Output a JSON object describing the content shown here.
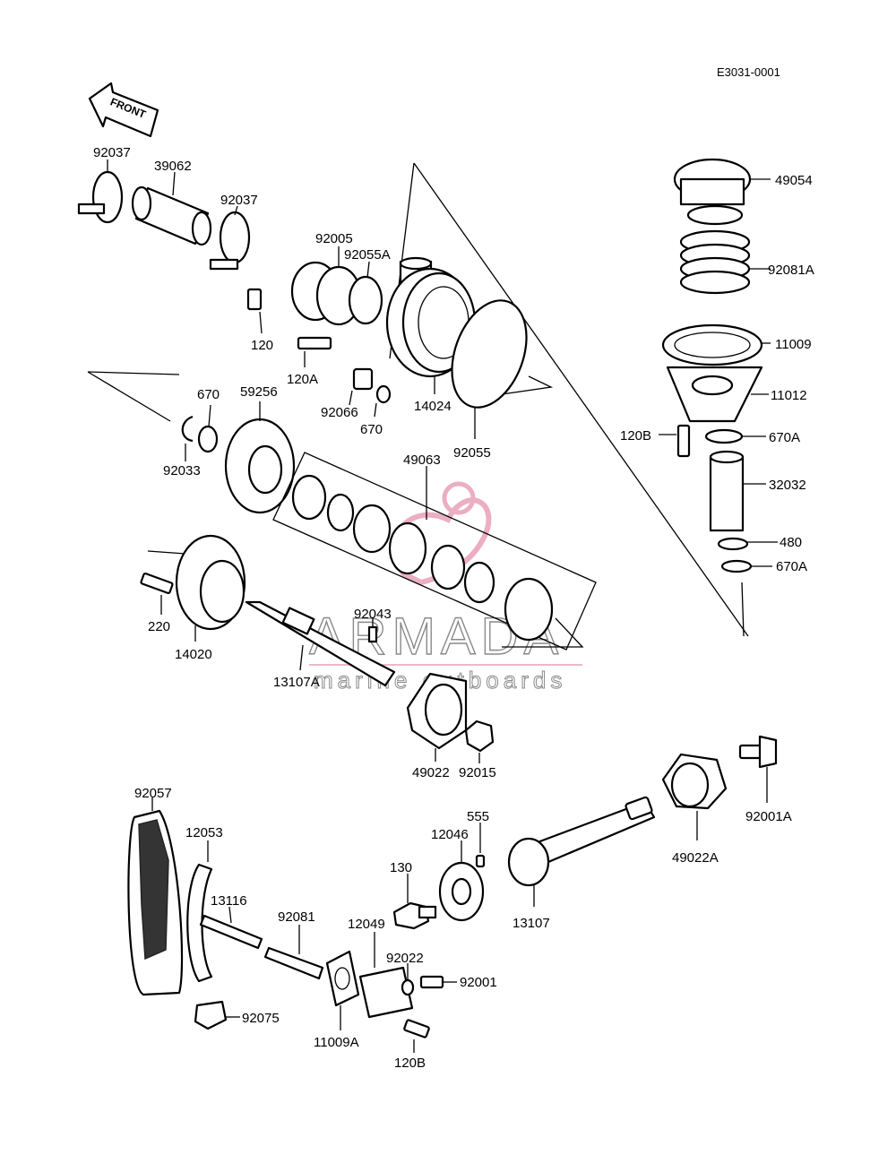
{
  "diagram_code": "E3031-0001",
  "front_label": "FRONT",
  "watermark": {
    "brand": "ARMADA",
    "tagline": "marine outboards",
    "colors": {
      "logo": "#e8a0b8",
      "text": "#8a8a8a"
    }
  },
  "part_labels": {
    "p92037_a": "92037",
    "p39062": "39062",
    "p92037_b": "92037",
    "p120": "120",
    "p92005": "92005",
    "p92055A": "92055A",
    "p120A": "120A",
    "p92066": "92066",
    "p670_a": "670",
    "p14024": "14024",
    "p92055": "92055",
    "p670_b": "670",
    "p59256": "59256",
    "p92033": "92033",
    "p49063": "49063",
    "p49054": "49054",
    "p92081A": "92081A",
    "p11009": "11009",
    "p11012": "11012",
    "p120B_a": "120B",
    "p670A_a": "670A",
    "p32032": "32032",
    "p480": "480",
    "p670A_b": "670A",
    "p220": "220",
    "p14020": "14020",
    "p92043": "92043",
    "p13107A": "13107A",
    "p49022": "49022",
    "p92015": "92015",
    "p92001A": "92001A",
    "p49022A": "49022A",
    "p92057": "92057",
    "p12053": "12053",
    "p13116": "13116",
    "p92081": "92081",
    "p555": "555",
    "p12046": "12046",
    "p130": "130",
    "p13107": "13107",
    "p12049": "12049",
    "p92022": "92022",
    "p92001": "92001",
    "p11009A": "11009A",
    "p120B_b": "120B",
    "p92075": "92075"
  }
}
